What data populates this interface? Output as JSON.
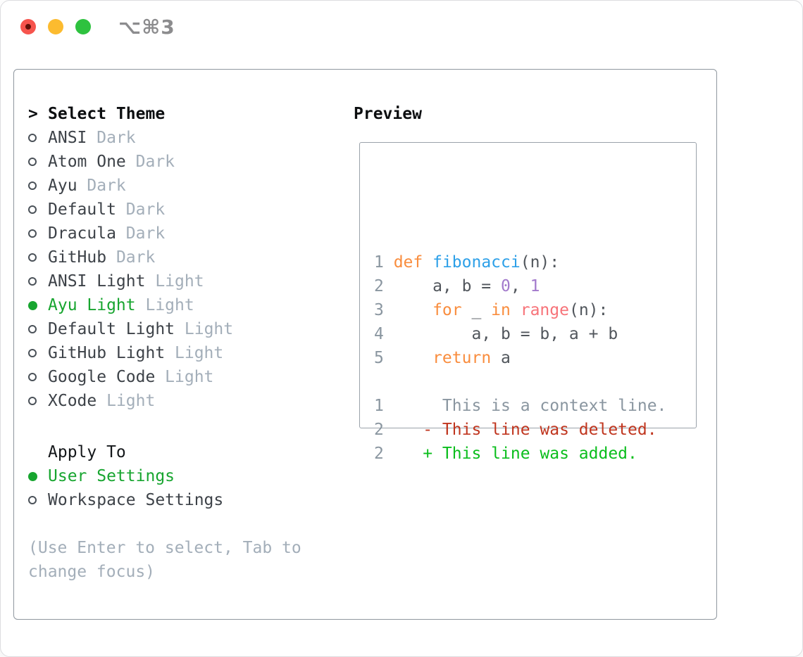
{
  "titlebar": {
    "shortcut": "⌥⌘3"
  },
  "traffic_lights": {
    "close": "close",
    "minimize": "minimize",
    "zoom": "zoom"
  },
  "left_pane": {
    "header": {
      "prefix": ">",
      "label": "Select Theme"
    },
    "themes": [
      {
        "name": "ANSI",
        "variant": "Dark",
        "selected": false
      },
      {
        "name": "Atom One",
        "variant": "Dark",
        "selected": false
      },
      {
        "name": "Ayu",
        "variant": "Dark",
        "selected": false
      },
      {
        "name": "Default",
        "variant": "Dark",
        "selected": false
      },
      {
        "name": "Dracula",
        "variant": "Dark",
        "selected": false
      },
      {
        "name": "GitHub",
        "variant": "Dark",
        "selected": false
      },
      {
        "name": "ANSI Light",
        "variant": "Light",
        "selected": false
      },
      {
        "name": "Ayu Light",
        "variant": "Light",
        "selected": true
      },
      {
        "name": "Default Light",
        "variant": "Light",
        "selected": false
      },
      {
        "name": "GitHub Light",
        "variant": "Light",
        "selected": false
      },
      {
        "name": "Google Code",
        "variant": "Light",
        "selected": false
      },
      {
        "name": "XCode",
        "variant": "Light",
        "selected": false
      }
    ],
    "apply_to": {
      "header": "Apply To",
      "options": [
        {
          "label": "User Settings",
          "selected": true
        },
        {
          "label": "Workspace Settings",
          "selected": false
        }
      ]
    },
    "hint": "(Use Enter to select, Tab to change focus)"
  },
  "preview": {
    "header": "Preview",
    "lines": [
      {
        "num": "1",
        "tokens": [
          {
            "t": "def",
            "c": "kw"
          },
          {
            "t": " ",
            "c": "fg"
          },
          {
            "t": "fibonacci",
            "c": "fn"
          },
          {
            "t": "(n):",
            "c": "fg"
          }
        ]
      },
      {
        "num": "2",
        "tokens": [
          {
            "t": "    a, b = ",
            "c": "fg"
          },
          {
            "t": "0",
            "c": "num"
          },
          {
            "t": ", ",
            "c": "fg"
          },
          {
            "t": "1",
            "c": "num"
          }
        ]
      },
      {
        "num": "3",
        "tokens": [
          {
            "t": "    ",
            "c": "fg"
          },
          {
            "t": "for",
            "c": "kw"
          },
          {
            "t": " _ ",
            "c": "fg"
          },
          {
            "t": "in",
            "c": "kw"
          },
          {
            "t": " ",
            "c": "fg"
          },
          {
            "t": "range",
            "c": "call"
          },
          {
            "t": "(n):",
            "c": "fg"
          }
        ]
      },
      {
        "num": "4",
        "tokens": [
          {
            "t": "        a, b = b, a + b",
            "c": "fg"
          }
        ]
      },
      {
        "num": "5",
        "tokens": [
          {
            "t": "    ",
            "c": "fg"
          },
          {
            "t": "return",
            "c": "kw"
          },
          {
            "t": " a",
            "c": "fg"
          }
        ]
      },
      {
        "num": "",
        "tokens": []
      },
      {
        "num": "1",
        "tokens": [
          {
            "t": "     This is a context line.",
            "c": "ctx"
          }
        ]
      },
      {
        "num": "2",
        "tokens": [
          {
            "t": "   - This line was deleted.",
            "c": "del"
          }
        ]
      },
      {
        "num": "2",
        "tokens": [
          {
            "t": "   + This line was added.",
            "c": "add"
          }
        ]
      }
    ]
  },
  "colors": {
    "tl-red": "#f6544d",
    "tl-red-dot": "#611109",
    "tl-yellow": "#fcbb2f",
    "tl-green": "#2ec23f",
    "sel-green": "#17a52f",
    "fg-dark": "#3d4248",
    "muted": "#a3aeb9",
    "fg-code": "#51565c",
    "ln": "#8a96a0",
    "kw": "#f98d3e",
    "fn": "#2da0e8",
    "numc": "#a37acc",
    "call": "#f77379",
    "ctx": "#8a96a0",
    "del": "#c0361f",
    "add": "#0bbe1d"
  }
}
